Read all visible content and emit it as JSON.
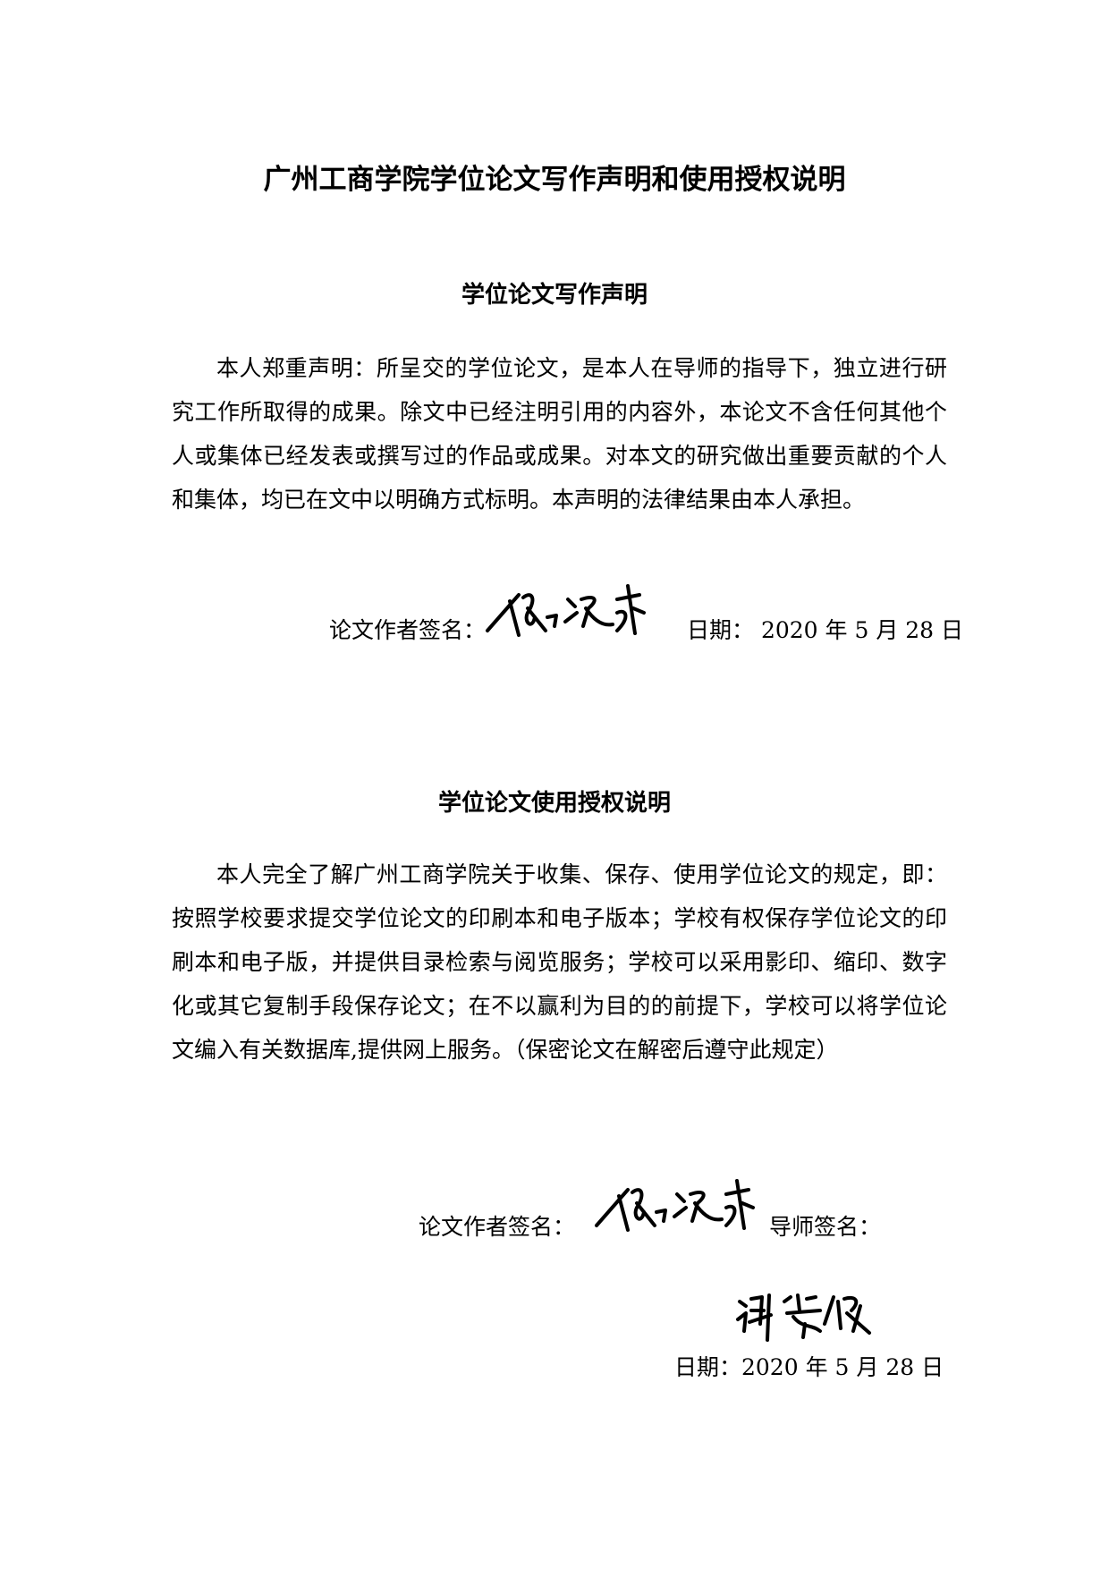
{
  "document": {
    "title": "广州工商学院学位论文写作声明和使用授权说明",
    "declaration": {
      "heading": "学位论文写作声明",
      "lines": [
        "本人郑重声明：所呈交的学位论文，是本人在导师的指导下，独立进行研",
        "究工作所取得的成果。除文中已经注明引用的内容外，本论文不含任何其他个",
        "人或集体已经发表或撰写过的作品或成果。对本文的研究做出重要贡献的个人",
        "和集体，均已在文中以明确方式标明。本声明的法律结果由本人承担。"
      ],
      "author_signature_label": "论文作者签名：",
      "date_text": "日期：  2020 年  5 月  28 日"
    },
    "authorization": {
      "heading": "学位论文使用授权说明",
      "lines": [
        "本人完全了解广州工商学院关于收集、保存、使用学位论文的规定，即：",
        "按照学校要求提交学位论文的印刷本和电子版本；学校有权保存学位论文的印",
        "刷本和电子版，并提供目录检索与阅览服务；学校可以采用影印、缩印、数字",
        "化或其它复制手段保存论文；在不以赢利为目的的前提下，学校可以将学位论",
        "文编入有关数据库,提供网上服务。（保密论文在解密后遵守此规定）"
      ],
      "author_signature_label": "论文作者签名：",
      "advisor_signature_label": "导师签名：",
      "date_text": "日期：2020   年  5  月  28 日"
    }
  }
}
